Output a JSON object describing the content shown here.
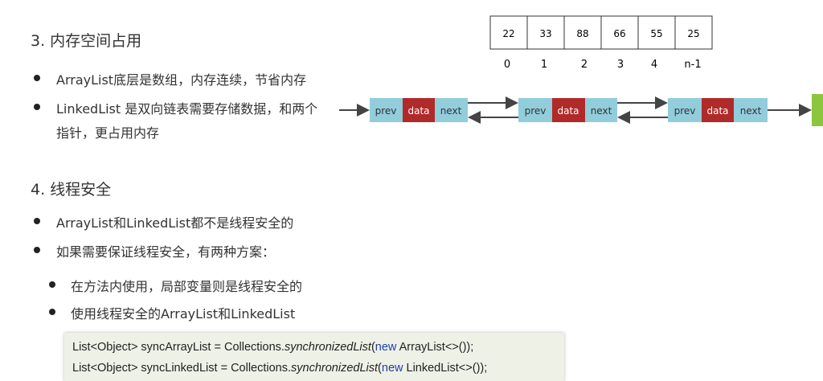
{
  "section3": {
    "title": "3. 内存空间占用",
    "bullets": [
      "ArrayList底层是数组，内存连续，节省内存",
      "LinkedList 是双向链表需要存储数据，和两个",
      "指针，更占用内存"
    ]
  },
  "array": {
    "values": [
      "22",
      "33",
      "88",
      "66",
      "55",
      "25"
    ],
    "indices": [
      "0",
      "1",
      "2",
      "3",
      "4",
      "n-1"
    ]
  },
  "linked": {
    "prev": "prev",
    "data": "data",
    "next": "next"
  },
  "colors": {
    "node": "#92cddc",
    "data": "#b02a2a",
    "tail": "#8cc63f"
  },
  "section4": {
    "title": "4. 线程安全",
    "bullets": [
      "ArrayList和LinkedList都不是线程安全的",
      "如果需要保证线程安全，有两种方案："
    ],
    "sub_bullets": [
      "在方法内使用，局部变量则是线程安全的",
      "使用线程安全的ArrayList和LinkedList"
    ]
  },
  "code": {
    "line1": {
      "a": "List<Object> syncArrayList = Collections.",
      "m": "synchronizedList",
      "p": "(",
      "kw": "new",
      "b": " ArrayList<>());"
    },
    "line2": {
      "a": "List<Object> syncLinkedList = Collections.",
      "m": "synchronizedList",
      "p": "(",
      "kw": "new",
      "b": " LinkedList<>());"
    }
  }
}
